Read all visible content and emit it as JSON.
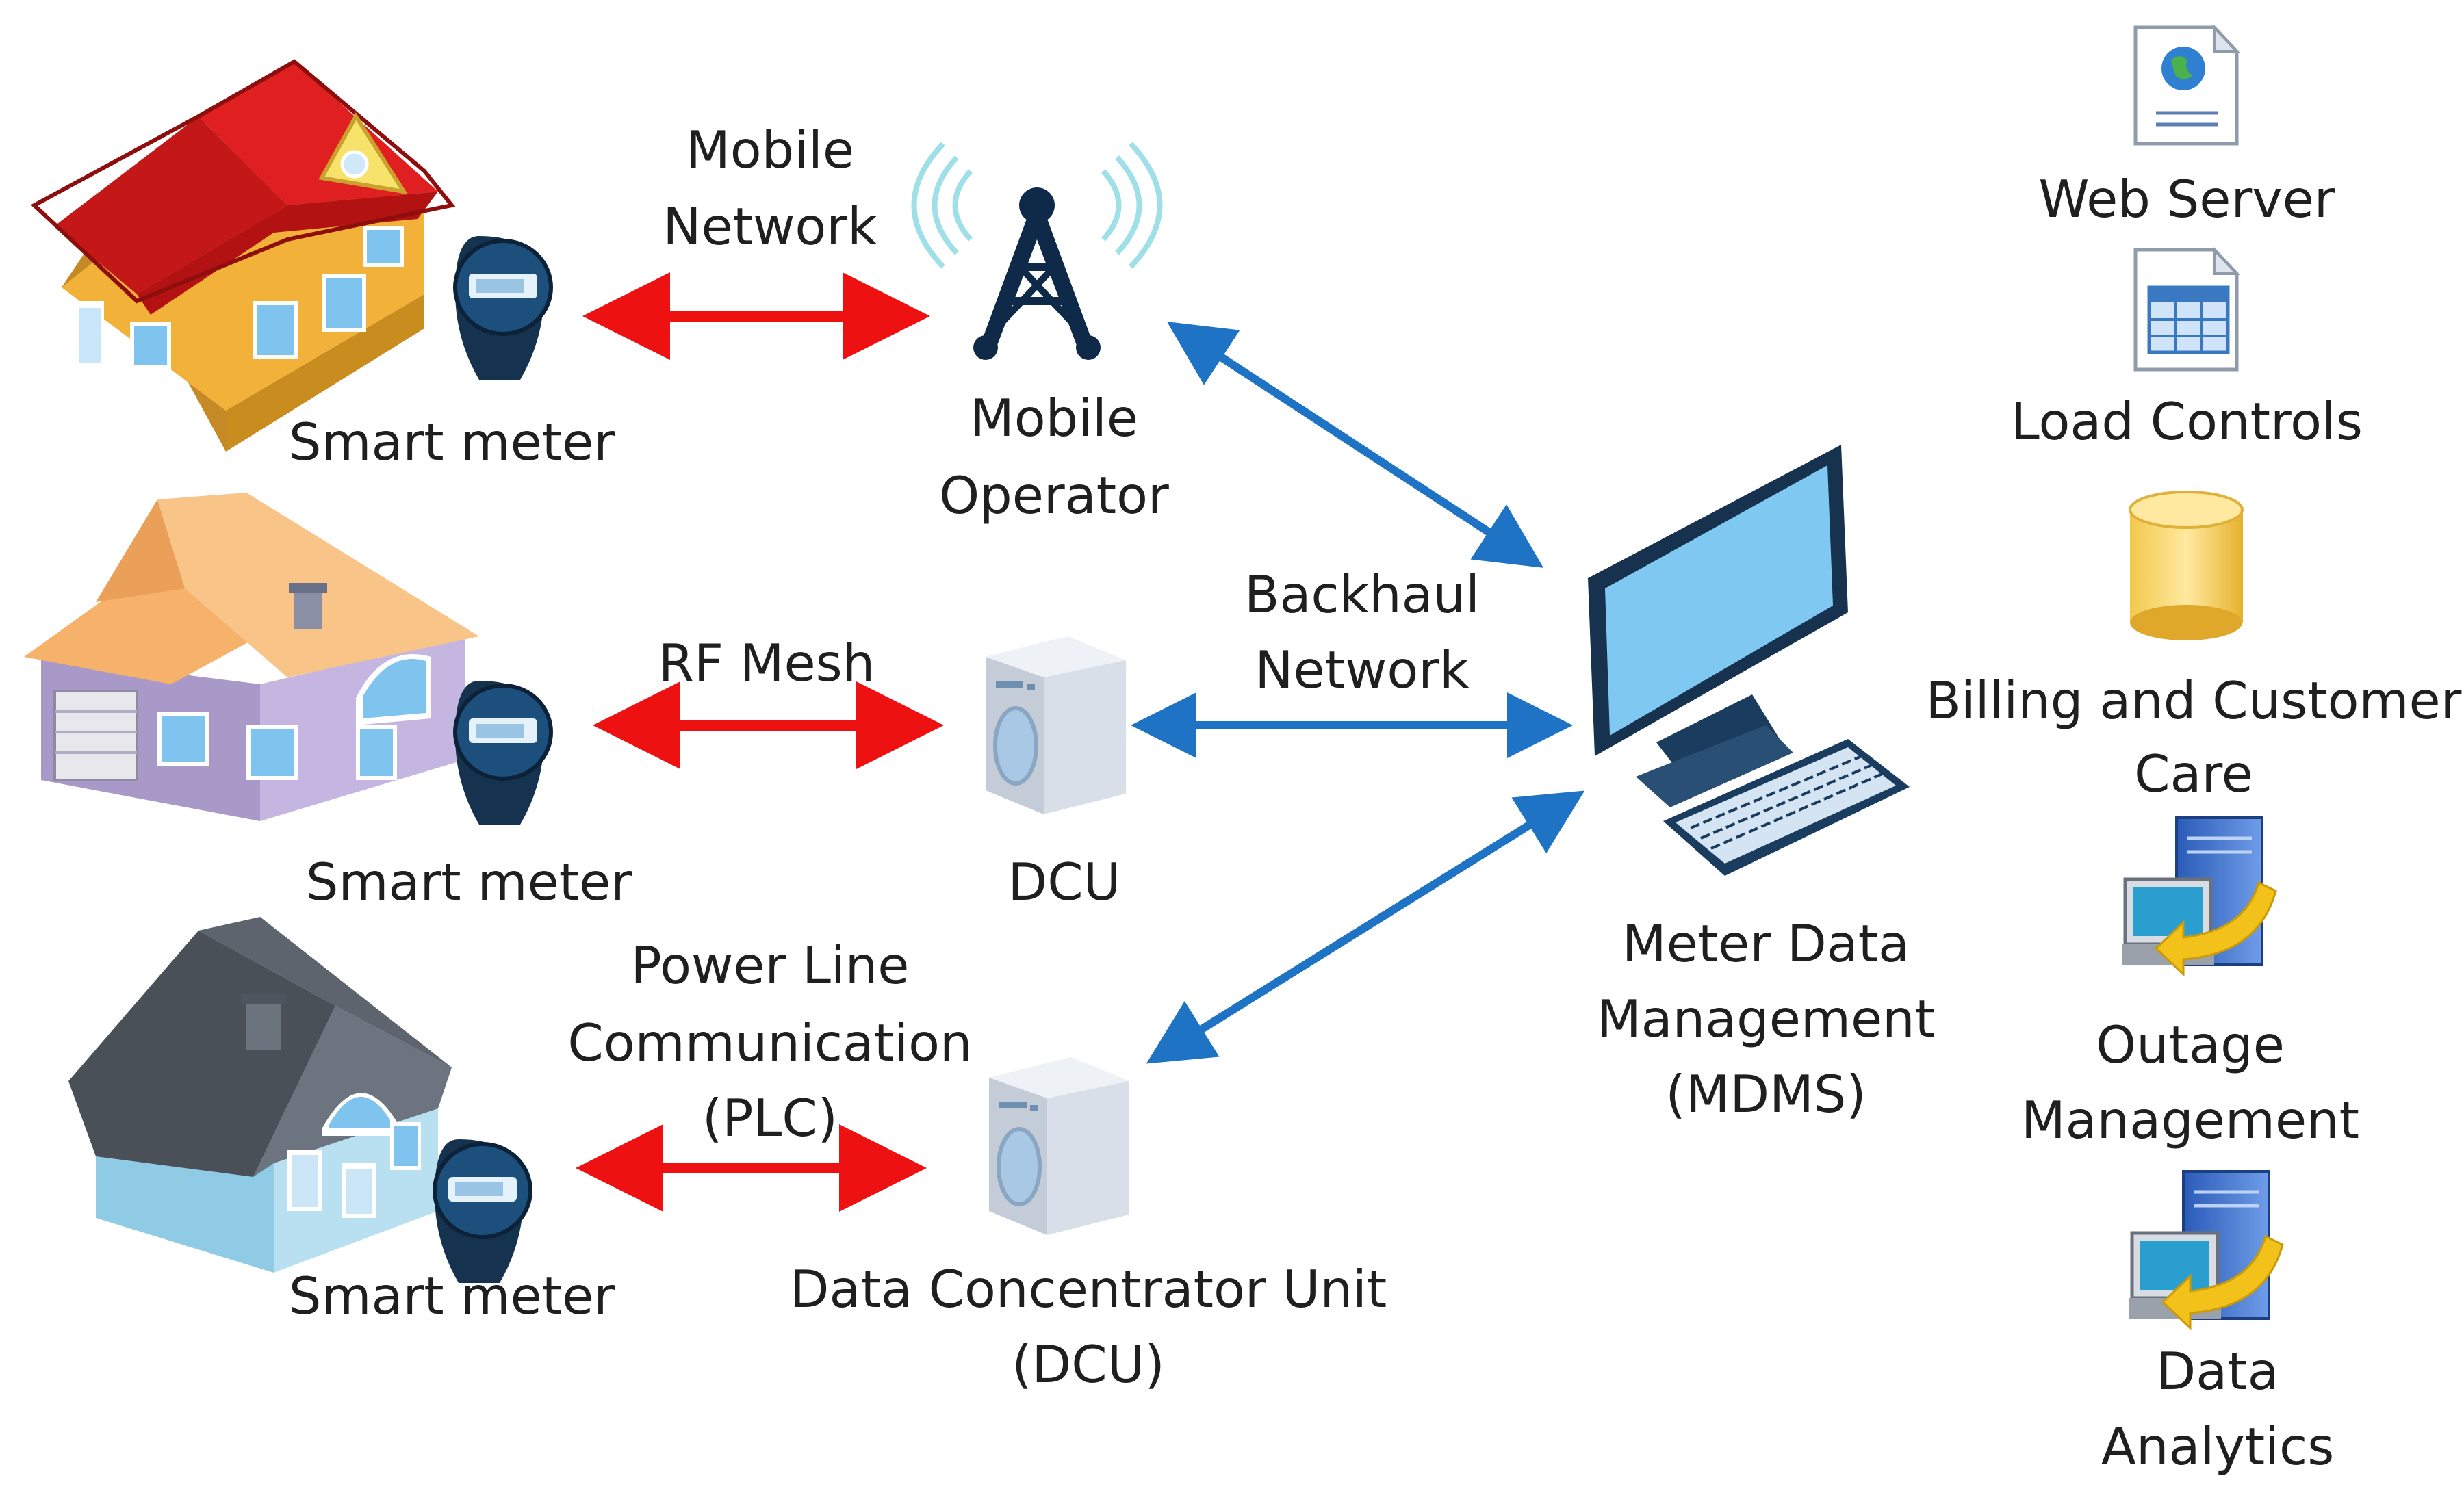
{
  "labels": {
    "house1_meter": "Smart meter",
    "house2_meter": "Smart meter",
    "house3_meter": "Smart meter",
    "mobile_network_line1": "Mobile",
    "mobile_network_line2": "Network",
    "rf_mesh": "RF Mesh",
    "plc_line1": "Power Line",
    "plc_line2": "Communication",
    "plc_line3": "(PLC)",
    "mobile_operator_line1": "Mobile",
    "mobile_operator_line2": "Operator",
    "dcu": "DCU",
    "dcu_full_line1": "Data Concentrator Unit",
    "dcu_full_line2": "(DCU)",
    "backhaul_line1": "Backhaul",
    "backhaul_line2": "Network",
    "mdms_line1": "Meter Data",
    "mdms_line2": "Management",
    "mdms_line3": "(MDMS)"
  },
  "services": {
    "web_server": "Web Server",
    "load_controls": "Load Controls",
    "billing_line1": "Billing and Customer",
    "billing_line2": "Care",
    "outage_line1": "Outage",
    "outage_line2": "Management",
    "analytics_line1": "Data",
    "analytics_line2": "Analytics"
  },
  "colors": {
    "local_link": "#ee1111",
    "backhaul_link": "#1f73c4",
    "house1_roof": "#e02020",
    "house1_wall": "#f2b23a",
    "house2_roof": "#f6b26b",
    "house2_wall": "#b9a9d6",
    "house3_roof": "#4a5058",
    "house3_wall": "#b8e0f0",
    "monitor_screen": "#7ec8f2",
    "monitor_frame": "#16324f"
  },
  "icons": {
    "house": "house-icon",
    "meter": "smart-meter-icon",
    "tower": "cell-tower-icon",
    "dcu": "data-concentrator-icon",
    "computer": "desktop-computer-icon",
    "web": "web-document-icon",
    "table": "table-document-icon",
    "database": "database-cylinder-icon",
    "server": "server-icon"
  }
}
